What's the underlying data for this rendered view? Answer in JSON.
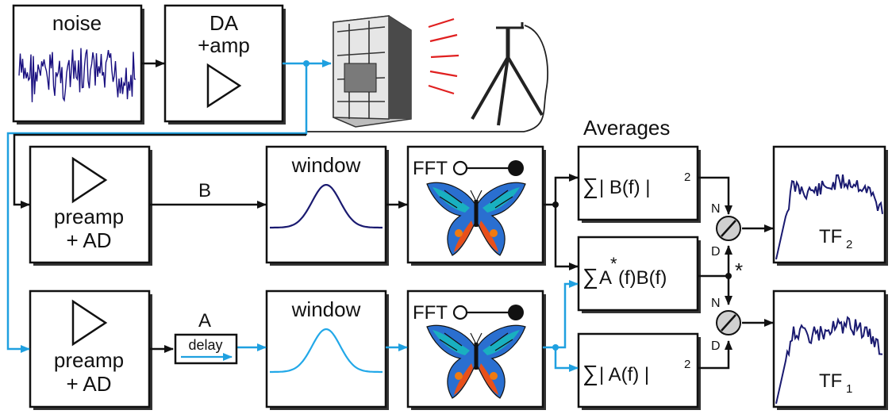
{
  "colors": {
    "line_black": "#111111",
    "line_blue": "#1fa0e0",
    "noise_blue": "#1a1080",
    "curve_navy": "#1a1a70",
    "curve_blue": "#22a8e8",
    "sound_red": "#e02020"
  },
  "blocks": {
    "noise": {
      "label": "noise"
    },
    "da_amp": {
      "line1": "DA",
      "line2": "+amp"
    },
    "preamp_b": {
      "line1": "preamp",
      "line2": "+ AD"
    },
    "preamp_a": {
      "line1": "preamp",
      "line2": "+ AD"
    },
    "window_b": {
      "label": "window"
    },
    "window_a": {
      "label": "window"
    },
    "fft_b": {
      "label": "FFT"
    },
    "fft_a": {
      "label": "FFT"
    },
    "delay": {
      "label": "delay"
    },
    "avg_b": {
      "sum": "∑",
      "text": "| B(f) |",
      "exp": "2"
    },
    "avg_ab": {
      "sum": "∑",
      "a": "A",
      "star": "*",
      "rest": "(f)B(f)"
    },
    "avg_a": {
      "sum": "∑",
      "text": "| A(f) |",
      "exp": "2"
    },
    "tf2": {
      "label": "TF",
      "sub": "2"
    },
    "tf1": {
      "label": "TF",
      "sub": "1"
    }
  },
  "labels": {
    "averages": "Averages",
    "signal_b": "B",
    "signal_a": "A",
    "n_top": "N",
    "d_top": "D",
    "n_bottom": "N",
    "d_bottom": "D",
    "conj_star": "*"
  },
  "icons": {
    "speaker": "loudspeaker-icon",
    "microphone": "microphone-on-tripod-icon",
    "butterfly": "butterfly-icon",
    "amplifier": "amplifier-triangle-icon",
    "divider": "divide-circle-icon"
  }
}
